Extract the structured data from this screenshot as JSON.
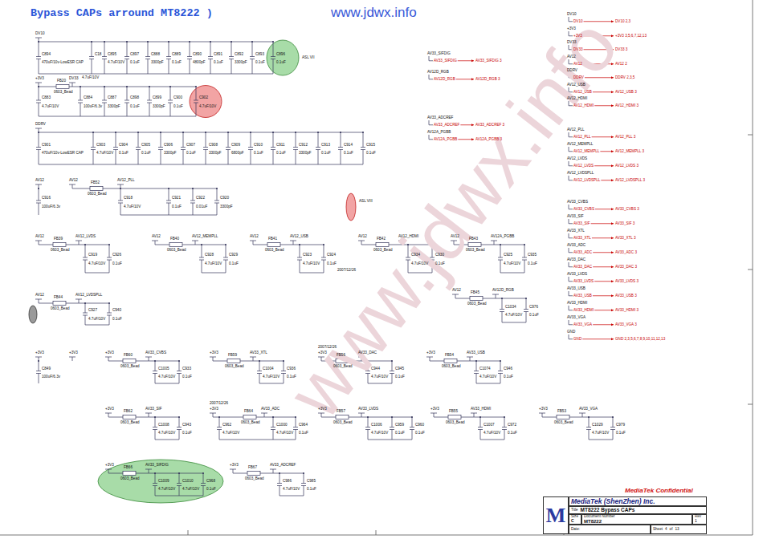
{
  "diagram": {
    "title": "Bypass CAPs arround MT8222 )",
    "nodes": [
      {
        "text": [
          "M"
        ]
      },
      {
        "text": [
          "MediaTek (ShenZhen) Inc."
        ]
      },
      {
        "text": [
          "Title",
          "MT8222 Bypass CAPs"
        ]
      },
      {
        "text": [
          "Size",
          "C"
        ]
      },
      {
        "text": [
          "Document Number",
          "MT8222"
        ]
      },
      {
        "text": [
          "Rev",
          "1"
        ]
      },
      {
        "text": [
          "Date:"
        ]
      },
      {
        "text": [
          "Sheet",
          "4",
          "of",
          "13"
        ]
      }
    ],
    "labels": [
      "www.jdwx.info",
      "www.jdwx.info",
      "DV10",
      "C894",
      "470uF/10v-LowESR CAP",
      "C18",
      "4.7uF/10V",
      "C895",
      "4.7uF/10V",
      "C897",
      "0.1uF",
      "C888",
      "3300pF",
      "C889",
      "0.1uF",
      "C890",
      "4800pF",
      "C891",
      "0.1uF",
      "C892",
      "3300pF",
      "C893",
      "0.1uF",
      "C896",
      "0.1uF",
      "ASL VII",
      "+3V3",
      "FB20",
      "0603_Bead",
      "DV33",
      "C883",
      "4.7uF/10V",
      "C884",
      "100uF/6.3v",
      "C887",
      "3300pF",
      "C898",
      "0.1uF",
      "C899",
      "3300pF",
      "C900",
      "0.1uF",
      "C902",
      "4.7uF/10V",
      "DDRV",
      "C901",
      "470uF/10v-LowESR CAP",
      "C903",
      "4.7uF/10V",
      "C904",
      "0.1uF",
      "C905",
      "0.1uF",
      "C906",
      "3300pF",
      "C907",
      "0.1uF",
      "C908",
      "3300pF",
      "C909",
      "6800pF",
      "C910",
      "0.1uF",
      "C911",
      "0.1uF",
      "C912",
      "3300pF",
      "C913",
      "0.1uF",
      "C914",
      "0.1uF",
      "C915",
      "0.1uF",
      "AV12",
      "C916",
      "100uF/6.3v",
      "AV12",
      "FB52",
      "0603_Bead",
      "AV12_PLL",
      "C918",
      "4.7uF/10V",
      "C921",
      "0.1uF",
      "C922",
      "0.01uF",
      "C920",
      "3300pF",
      "ASL VIII",
      "AV12",
      "FB39",
      "0603_Bead",
      "AV12_LVDS",
      "C919",
      "4.7uF/10V",
      "C926",
      "0.1uF",
      "AV12",
      "FB40",
      "0603_Bead",
      "AV12_MEMPLL",
      "C928",
      "4.7uF/10V",
      "C929",
      "0.1uF",
      "AV12",
      "FB41",
      "0603_Bead",
      "AV12_USB",
      "C923",
      "4.7uF/10V",
      "C924",
      "0.1uF",
      "2007/12/26",
      "AV12",
      "FB42",
      "0603_Bead",
      "AV12_HDMI",
      "C934",
      "4.7uF/10V",
      "C930",
      "0.1uF",
      "AV12",
      "FB43",
      "0603_Bead",
      "AV12A_PGBB",
      "C925",
      "4.7uF/10V",
      "C935",
      "0.1uF",
      "AV12",
      "FB44",
      "0603_Bead",
      "AV12_LVDSPLL",
      "C927",
      "4.7uF/10V",
      "C940",
      "0.1uF",
      "AV12",
      "FB45",
      "0603_Bead",
      "AV12D_RGB",
      "C1034",
      "4.7uF/10V",
      "C976",
      "0.1uF",
      "+3V3",
      "C849",
      "100uF/6.3v",
      "+3V3",
      "+3V3",
      "FB60",
      "0603_Bead",
      "AV33_CVBS",
      "C1005",
      "4.7uF/10V",
      "C933",
      "0.1uF",
      "+3V3",
      "FB59",
      "0603_Bead",
      "AV33_XTL",
      "C1004",
      "4.7uF/10V",
      "C936",
      "0.1uF",
      "+3V3",
      "2007/12/26",
      "FB56",
      "0603_Bead",
      "AV33_DAC",
      "C944",
      "4.7uF/10V",
      "C945",
      "0.1uF",
      "+3V3",
      "FB54",
      "0603_Bead",
      "AV33_USB",
      "C1074",
      "4.7uF/10V",
      "C946",
      "0.1uF",
      "+3V3",
      "FB62",
      "0603_Bead",
      "AV33_SIF",
      "C1008",
      "4.7uF/10V",
      "C943",
      "0.1uF",
      "+3V3",
      "2007/12/26",
      "FB64",
      "0603_Bead",
      "AV33_ADC",
      "C962",
      "4.7uF/10V",
      "C1000",
      "4.7uF/10V",
      "C964",
      "0.1uF",
      "+3V3",
      "FB57",
      "0603_Bead",
      "AV33_LVDS",
      "C1006",
      "4.7uF/10V",
      "C959",
      "0.1uF",
      "C960",
      "0.1uF",
      "+3V3",
      "FB55",
      "0603_Bead",
      "AV33_HDMI",
      "C1007",
      "4.7uF/10V",
      "C972",
      "0.1uF",
      "+3V3",
      "FB53",
      "0603_Bead",
      "AV33_VGA",
      "C1029",
      "4.7uF/10V",
      "C979",
      "0.1uF",
      "+3V3",
      "FB66",
      "0603_Bead",
      "AV33_SIFDIG",
      "C1009",
      "4.7uF/10V",
      "C1010",
      "4.7uF/10V",
      "C968",
      "0.1uF",
      "+3V3",
      "FB67",
      "0603_Bead",
      "AV33_ADCREF",
      "C986",
      "4.7uF/10V",
      "C985",
      "0.1uF",
      "AV33_SIFDIG",
      "AV33_SIFDIG",
      "AV33_SIFDIG 3",
      "AV12D_RGB",
      "AV12D_RGB",
      "AV12D_RGB 3",
      "AV33_ADCREF",
      "AV33_ADCREF",
      "AV33_ADCREF 3",
      "AV12A_PGBB",
      "AV12A_PGBB",
      "AV12A_PGBB 3",
      "DV10",
      "DV10",
      "DV10 2,3",
      "+3V3",
      "+3V3",
      "+3V3 3,5,6,7,12,13",
      "DV33",
      "DV33",
      "DV33 3",
      "AV12",
      "AV12",
      "AV12 2",
      "DDRV",
      "DDRV",
      "DDRV 2,3,5",
      "AV12_USB",
      "AV12_USB",
      "AV12_USB 3",
      "AV12_HDMI",
      "AV12_HDMI",
      "AV12_HDMI 3",
      "AV12_PLL",
      "AV12_PLL",
      "AV12_PLL 3",
      "AV12_MEMPLL",
      "AV12_MEMPLL",
      "AV12_MEMPLL 3",
      "AV12_LVDS",
      "AV12_LVDS",
      "AV12_LVDS 3",
      "AV12_LVDSPLL",
      "AV12_LVDSPLL",
      "AV12_LVDSPLL 3",
      "AV33_CVBS",
      "AV33_CVBS",
      "AV33_CVBS 3",
      "AV33_SIF",
      "AV33_SIF",
      "AV33_SIF 3",
      "AV33_XTL",
      "AV33_XTL",
      "AV33_XTL 3",
      "AV33_ADC",
      "AV33_ADC",
      "AV33_ADC 3",
      "AV33_DAC",
      "AV33_DAC",
      "AV33_DAC 3",
      "AV33_LVDS",
      "AV33_LVDS",
      "AV33_LVDS 3",
      "AV33_USB",
      "AV33_USB",
      "AV33_USB 3",
      "AV33_HDMI",
      "AV33_HDMI",
      "AV33_HDMI 3",
      "AV33_VGA",
      "AV33_VGA",
      "AV33_VGA 3",
      "GND",
      "GND",
      "GND 2,3,5,6,7,8,9,10,11,12,13",
      "MediaTek Confidential"
    ]
  }
}
